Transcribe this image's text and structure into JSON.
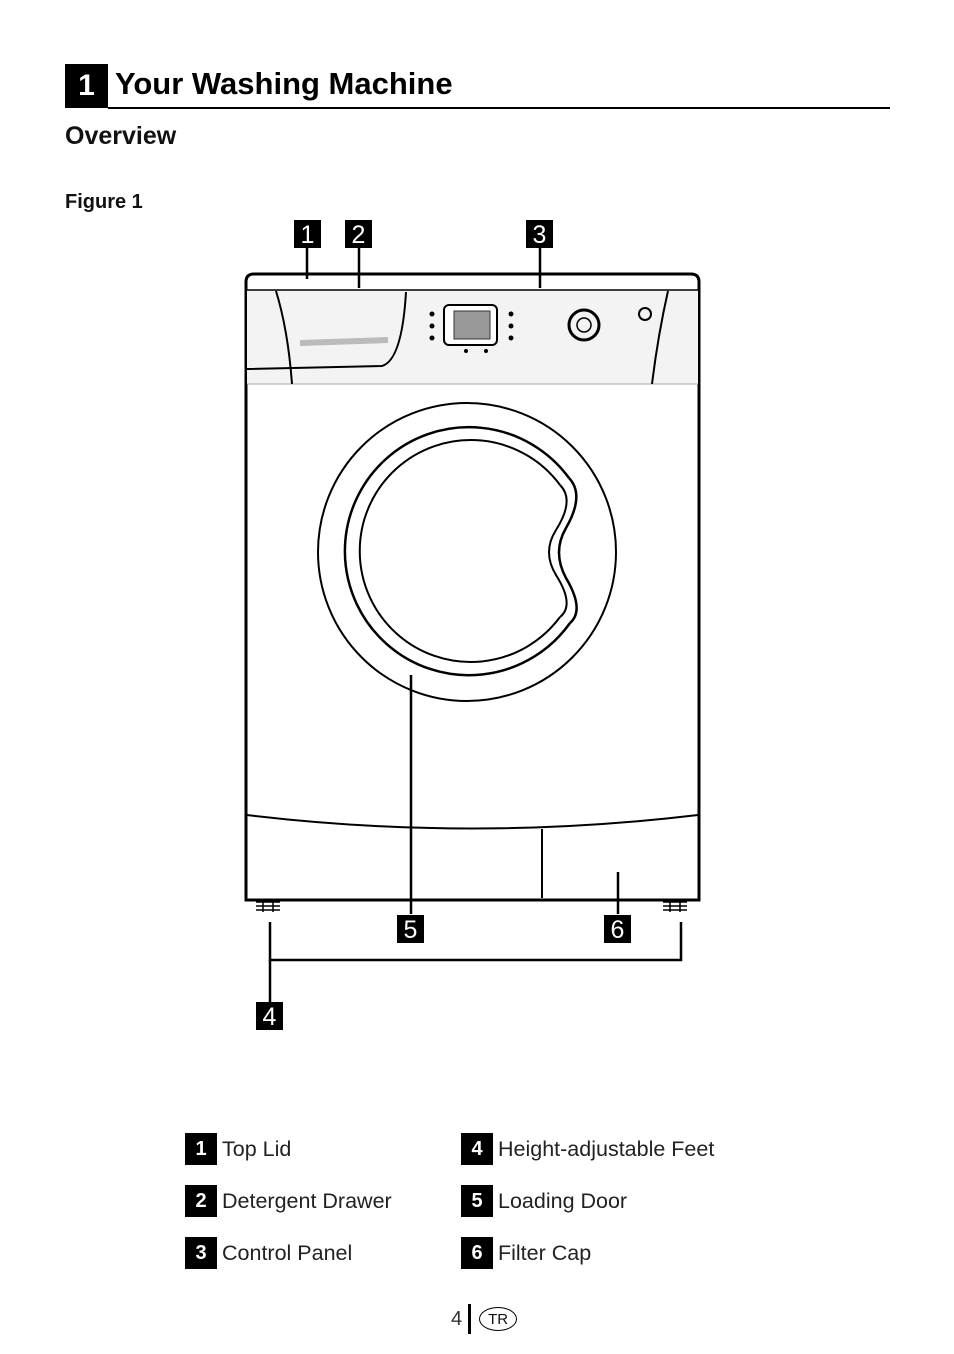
{
  "chapter": {
    "number": "1",
    "title": "Your Washing Machine"
  },
  "section": {
    "title": "Overview"
  },
  "figure": {
    "label": "Figure 1",
    "callouts": [
      "1",
      "2",
      "3",
      "4",
      "5",
      "6"
    ]
  },
  "legend": [
    {
      "num": "1",
      "text": "Top Lid"
    },
    {
      "num": "2",
      "text": "Detergent Drawer"
    },
    {
      "num": "3",
      "text": "Control Panel"
    },
    {
      "num": "4",
      "text": "Height-adjustable Feet"
    },
    {
      "num": "5",
      "text": "Loading Door"
    },
    {
      "num": "6",
      "text": "Filter Cap"
    }
  ],
  "footer": {
    "page": "4",
    "language": "TR"
  }
}
